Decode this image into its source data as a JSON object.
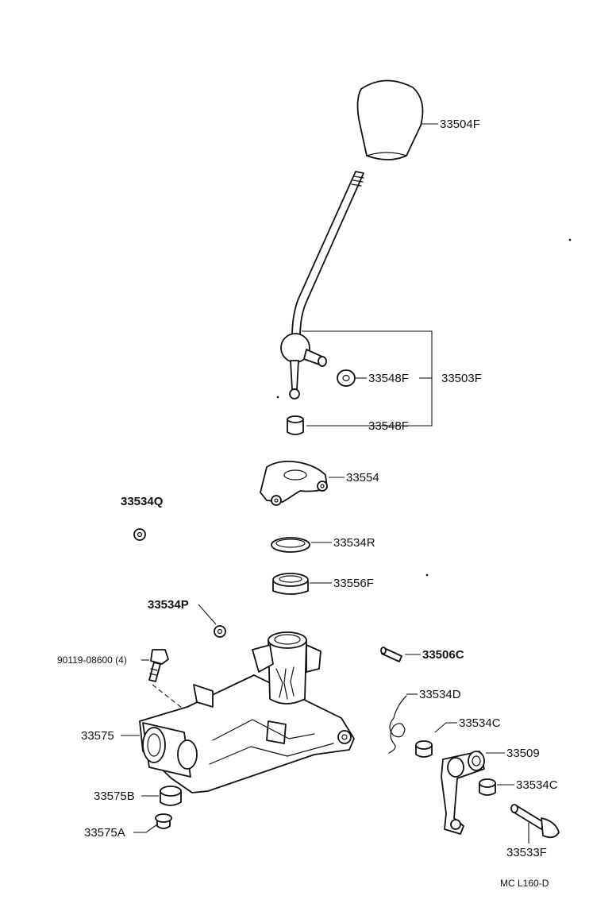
{
  "diagram": {
    "footer_code": "MC  L160-D"
  },
  "labels": {
    "knob": "33504F",
    "lever_assy": "33503F",
    "bushing_upper": "33548F",
    "bushing_lower": "33548F",
    "retainer": "33554",
    "ring": "33534R",
    "seat": "33556F",
    "clip_q": "33534Q",
    "clip_p": "33534P",
    "pin": "33506C",
    "bolt": "90119-08600 (4)",
    "housing": "33575",
    "spring": "33534D",
    "bushing_c_upper": "33534C",
    "shift_lever": "33509",
    "bushing_c_lower": "33534C",
    "shaft": "33533F",
    "cushion": "33575B",
    "collar": "33575A"
  }
}
